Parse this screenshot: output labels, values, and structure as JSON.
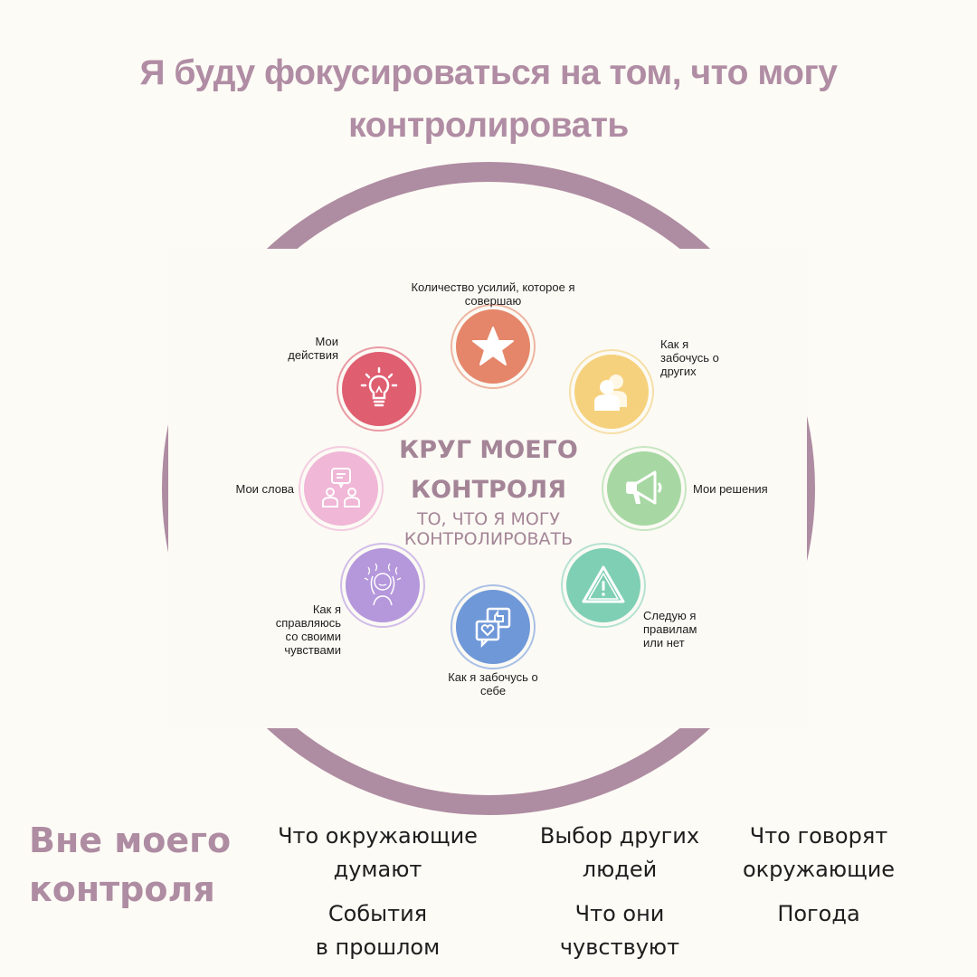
{
  "title": {
    "line1": "Я буду фокусироваться на том, что могу",
    "line2": "контролировать"
  },
  "circle": {
    "center_title_line1": "КРУГ МОЕГО",
    "center_title_line2": "КОНТРОЛЯ",
    "center_sub_line1": "ТО, ЧТО Я МОГУ",
    "center_sub_line2": "КОНТРОЛИРОВАТЬ",
    "ring_color": "#ae8ca2",
    "items": [
      {
        "icon": "star-icon",
        "color": "#e5866a",
        "label_line1": "Количество усилий, которое я",
        "label_line2": "совершаю"
      },
      {
        "icon": "people-icon",
        "color": "#f6d17d",
        "label_line1": "Как я",
        "label_line2": "забочусь о",
        "label_line3": "других"
      },
      {
        "icon": "megaphone-icon",
        "color": "#a7d8a3",
        "label_line1": "Мои решения"
      },
      {
        "icon": "warning-icon",
        "color": "#7fcfb5",
        "label_line1": "Следую я",
        "label_line2": "правилам",
        "label_line3": "или нет"
      },
      {
        "icon": "heart-like-chat-icon",
        "color": "#6f98d8",
        "label_line1": "Как я забочусь о",
        "label_line2": "себе"
      },
      {
        "icon": "stressed-person-icon",
        "color": "#b597dc",
        "label_line1": "Как я",
        "label_line2": "справляюсь",
        "label_line3": "со своими",
        "label_line4": "чувствами"
      },
      {
        "icon": "conversation-icon",
        "color": "#f0b7d7",
        "label_line1": "Мои слова"
      },
      {
        "icon": "lightbulb-icon",
        "color": "#df5e70",
        "label_line1": "Мои",
        "label_line2": "действия"
      }
    ]
  },
  "outside": {
    "title_line1": "Вне моего",
    "title_line2": "контроля",
    "items": [
      {
        "line1": "Что окружающие",
        "line2": "думают"
      },
      {
        "line1": "События",
        "line2": "в прошлом"
      },
      {
        "line1": "Выбор других",
        "line2": "людей"
      },
      {
        "line1": "Что они",
        "line2": "чувствуют"
      },
      {
        "line1": "Что говорят",
        "line2": "окружающие"
      },
      {
        "line1": "Погода"
      }
    ]
  }
}
